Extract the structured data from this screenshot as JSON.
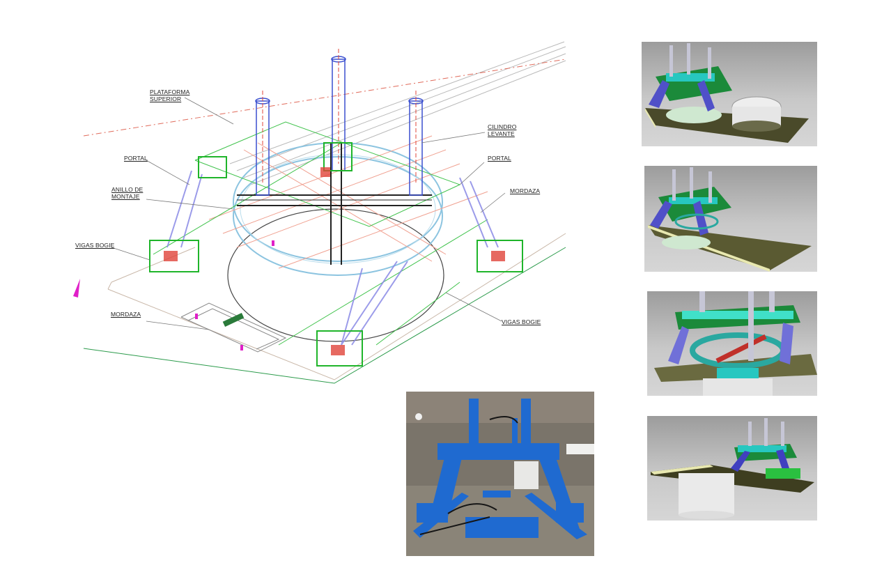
{
  "figure": {
    "cad_drawing": {
      "labels": {
        "plataforma_superior": [
          "PLATAFORMA",
          "SUPERIOR"
        ],
        "cilindro_levante": [
          "CILINDRO",
          "LEVANTE"
        ],
        "portal_left": "PORTAL",
        "portal_right": "PORTAL",
        "anillo_de_montaje": [
          "ANILLO DE",
          "MONTAJE"
        ],
        "mordaza_right": "MORDAZA",
        "vigas_bogie_left": "VIGAS BOGIE",
        "mordaza_bottom": "MORDAZA",
        "vigas_bogie_right": "VIGAS BOGIE"
      },
      "colors": {
        "cylinder": "#3a4fcf",
        "frame_green": "#1fb52a",
        "centerline_red": "#e0443a",
        "beam_black": "#222222",
        "portal_purple": "#7a7ae0",
        "ring_lightblue": "#8cc4e0",
        "magenta_marker": "#e020c8"
      }
    },
    "renders": [
      {
        "name": "render-1",
        "description": "3D model top view with separate ring"
      },
      {
        "name": "render-2",
        "description": "3D model on long platform"
      },
      {
        "name": "render-3",
        "description": "3D model close-up of ring and frame"
      },
      {
        "name": "render-4",
        "description": "3D model with cylinder below platform"
      }
    ],
    "photo": {
      "name": "workshop-photo",
      "description": "Blue lifting frame in workshop"
    }
  }
}
